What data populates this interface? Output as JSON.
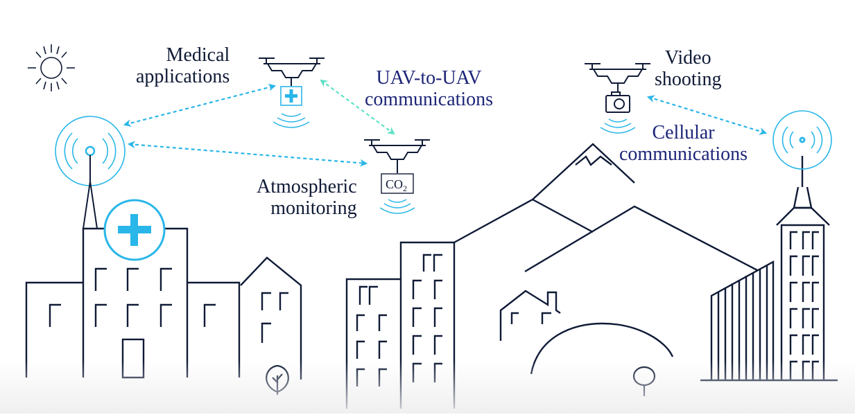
{
  "labels": {
    "medical": [
      "Medical",
      "applications"
    ],
    "uav_to_uav": [
      "UAV-to-UAV",
      "communications"
    ],
    "video": [
      "Video",
      "shooting"
    ],
    "cellular": [
      "Cellular",
      "communications"
    ],
    "atmospheric": [
      "Atmospheric",
      "monitoring"
    ]
  },
  "co2": {
    "main": "CO",
    "sub": "2"
  },
  "colors": {
    "line": "#0f1a36",
    "navy_text": "#1d2577",
    "signal": "#29b6e8",
    "link_arrow": "#29b6e8",
    "uav_link_arrow": "#5ee0c6"
  },
  "icons": [
    "sun-icon",
    "signal-tower-icon",
    "drone-icon",
    "medical-cross-icon",
    "camera-icon",
    "co2-sensor-icon",
    "tree-icon",
    "mountain-icon"
  ]
}
